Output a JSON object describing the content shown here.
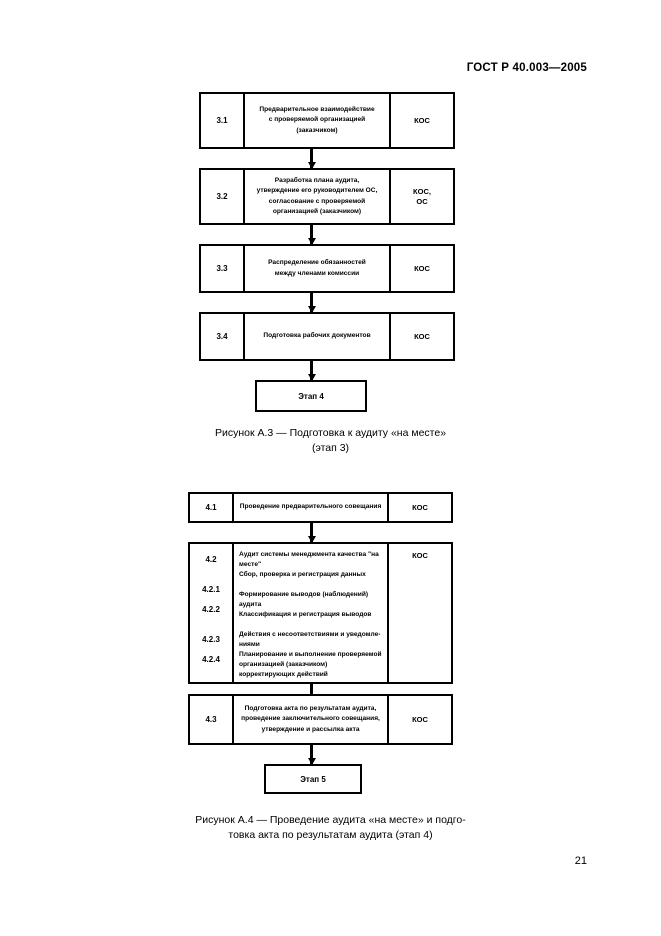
{
  "document": {
    "standard_header": "ГОСТ Р 40.003—2005",
    "page_number": "21"
  },
  "figure_a3": {
    "caption_line1": "Рисунок А.3 — Подготовка к аудиту «на месте»",
    "caption_line2": "(этап 3)",
    "steps": [
      {
        "number": "3.1",
        "text": "Предварительное взаимодействие\nс проверяемой организацией\n(заказчиком)",
        "responsible": "КОС"
      },
      {
        "number": "3.2",
        "text": "Разработка плана аудита,\nутверждение его руководителем ОС,\nсогласование с проверяемой\nорганизацией (заказчиком)",
        "responsible": "КОС,\nОС"
      },
      {
        "number": "3.3",
        "text": "Распределение обязанностей\nмежду членами комиссии",
        "responsible": "КОС"
      },
      {
        "number": "3.4",
        "text": "Подготовка рабочих документов",
        "responsible": "КОС"
      }
    ],
    "terminator": "Этап 4"
  },
  "figure_a4": {
    "caption_line1": "Рисунок А.4 — Проведение аудита «на месте» и подго-",
    "caption_line2": "товка акта по результатам аудита (этап 4)",
    "step_41": {
      "number": "4.1",
      "text": "Проведение предварительного совещания",
      "responsible": "КОС"
    },
    "step_42": {
      "responsible": "КОС",
      "items": [
        {
          "number": "4.2",
          "text": "Аудит системы менеджмента качества \"на месте\""
        },
        {
          "number": "4.2.1",
          "text": "Сбор, проверка и регистрация данных"
        },
        {
          "number": "4.2.2",
          "text": "Формирование выводов (наблюдений) аудита"
        },
        {
          "number": "4.2.3",
          "text": "Классификация и регистрация выводов"
        },
        {
          "number": "4.2.4",
          "text": "Действия с несоответствиями и уведомле-ниями"
        },
        {
          "number": "",
          "text": "Планирование и выполнение проверяемой организацией (заказчиком) корректирующих действий"
        }
      ]
    },
    "step_43": {
      "number": "4.3",
      "text": "Подготовка акта по результатам аудита,\nпроведение заключительного совещания,\nутверждение и рассылка акта",
      "responsible": "КОС"
    },
    "terminator": "Этап 5"
  }
}
